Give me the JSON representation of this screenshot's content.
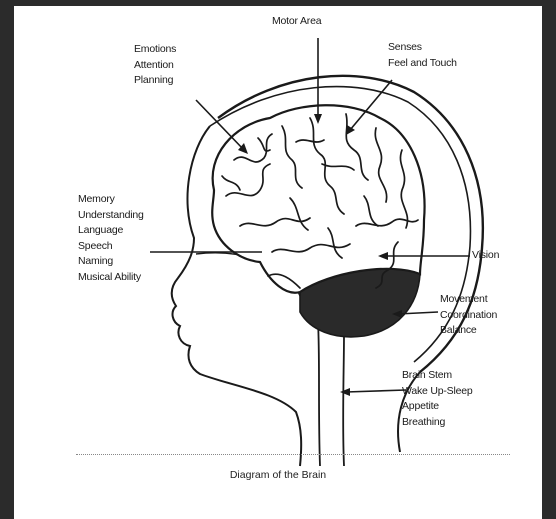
{
  "diagram": {
    "labels": {
      "motor": [
        "Motor Area"
      ],
      "frontal": [
        "Emotions",
        "Attention",
        "Planning"
      ],
      "parietal": [
        "Senses",
        "Feel and Touch"
      ],
      "temporal": [
        "Memory",
        "Understanding",
        "Language",
        "Speech",
        "Naming",
        "Musical Ability"
      ],
      "occipital": [
        "Vision"
      ],
      "cerebellum": [
        "Movement",
        "Coordination",
        "Balance"
      ],
      "brainstem": [
        "Brain Stem",
        "Wake Up-Sleep",
        "Appetite",
        "Breathing"
      ]
    },
    "caption": "Diagram of the Brain",
    "colors": {
      "ink": "#1a1a1a",
      "cerebellum_fill": "#2a2a2a",
      "background": "#2b2b2b"
    }
  }
}
